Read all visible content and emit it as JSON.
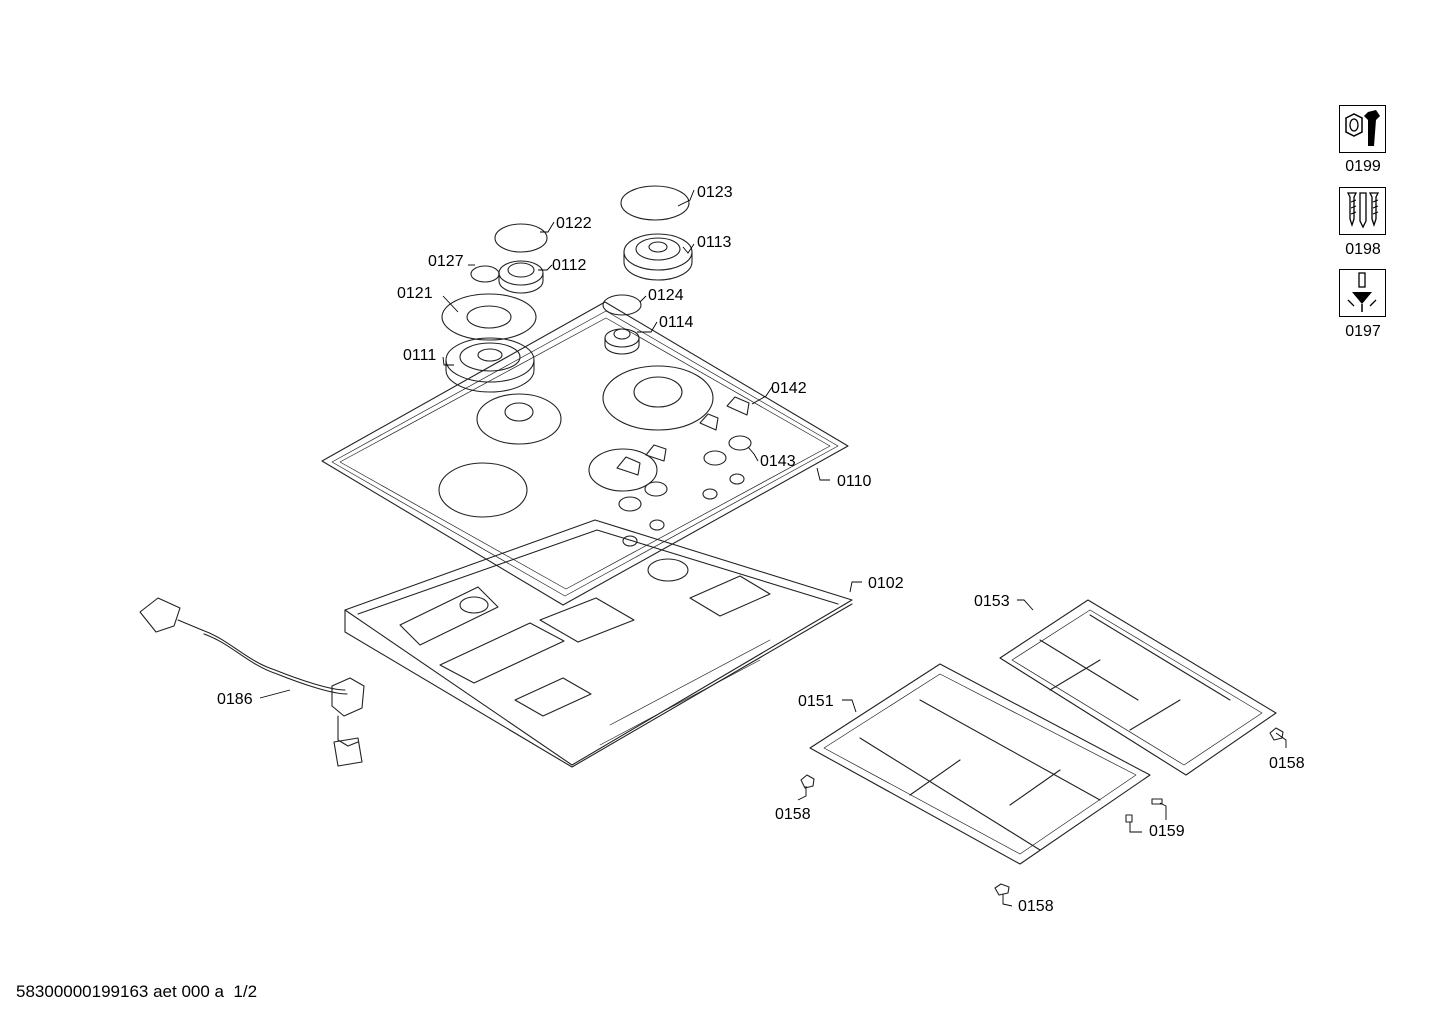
{
  "labels": {
    "p0123": "0123",
    "p0122": "0122",
    "p0113": "0113",
    "p0127": "0127",
    "p0112": "0112",
    "p0121": "0121",
    "p0124": "0124",
    "p0114": "0114",
    "p0111": "0111",
    "p0142": "0142",
    "p0143": "0143",
    "p0110": "0110",
    "p0102": "0102",
    "p0153": "0153",
    "p0186": "0186",
    "p0151": "0151",
    "p0158a": "0158",
    "p0158b": "0158",
    "p0159": "0159",
    "p0158c": "0158"
  },
  "icons": [
    {
      "label": "0199",
      "icon": "wrench-nut-icon"
    },
    {
      "label": "0198",
      "icon": "screws-icon"
    },
    {
      "label": "0197",
      "icon": "grease-gun-icon"
    }
  ],
  "footer": "58300000199163 aet 000 a  1/2"
}
